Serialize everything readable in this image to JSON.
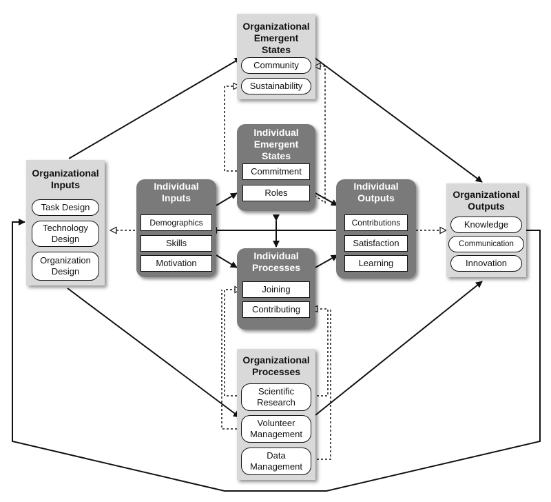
{
  "org_emergent_states": {
    "title": "Organizational\nEmergent\nStates",
    "items": [
      "Community",
      "Sustainability"
    ]
  },
  "ind_emergent_states": {
    "title": "Individual\nEmergent\nStates",
    "items": [
      "Commitment",
      "Roles"
    ]
  },
  "org_inputs": {
    "title": "Organizational\nInputs",
    "items": [
      "Task Design",
      "Technology\nDesign",
      "Organization\nDesign"
    ]
  },
  "ind_inputs": {
    "title": "Individual\nInputs",
    "items": [
      "Demographics",
      "Skills",
      "Motivation"
    ]
  },
  "ind_outputs": {
    "title": "Individual\nOutputs",
    "items": [
      "Contributions",
      "Satisfaction",
      "Learning"
    ]
  },
  "org_outputs": {
    "title": "Organizational\nOutputs",
    "items": [
      "Knowledge",
      "Communication",
      "Innovation"
    ]
  },
  "ind_processes": {
    "title": "Individual\nProcesses",
    "items": [
      "Joining",
      "Contributing"
    ]
  },
  "org_processes": {
    "title": "Organizational\nProcesses",
    "items": [
      "Scientific\nResearch",
      "Volunteer\nManagement",
      "Data\nManagement"
    ]
  },
  "colors": {
    "org_box": "#d9d9d9",
    "ind_box": "#7a7a7a",
    "line": "#111111"
  }
}
